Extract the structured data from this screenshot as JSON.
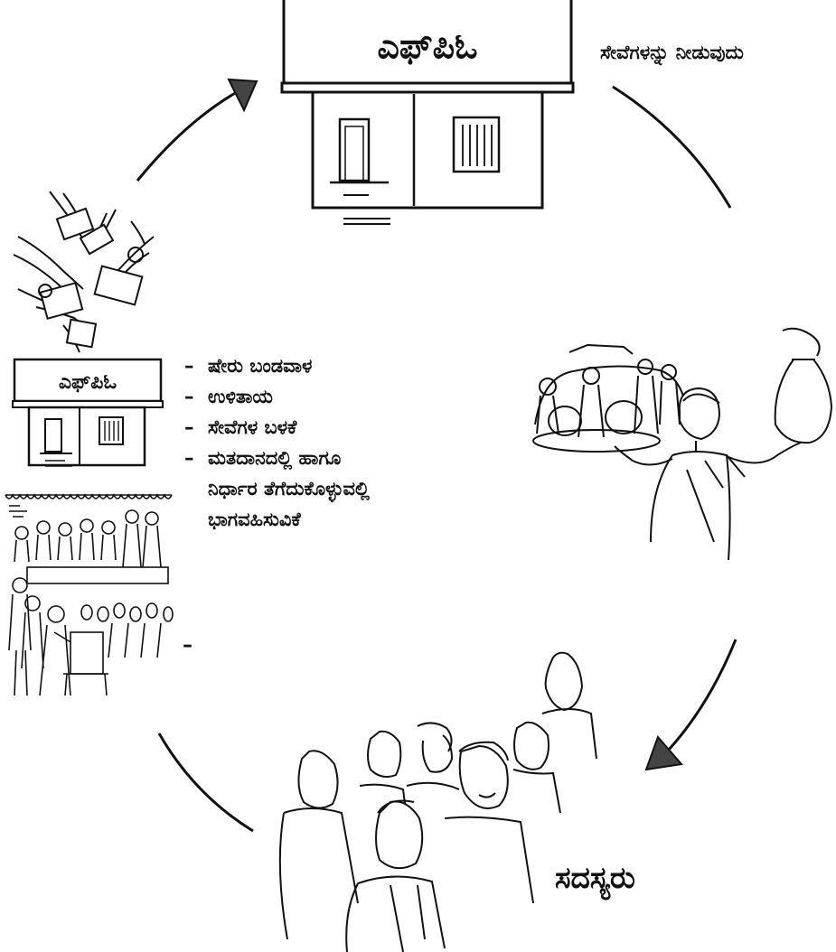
{
  "top_house": {
    "sign": "ಎಫ್‌ಪಿಓ"
  },
  "services_label": "ಸೇವೆಗಳನ್ನು ನೀಡುವುದು",
  "left_house": {
    "sign": "ಎಫ್‌ಪಿಓ"
  },
  "benefits": [
    {
      "dash": "–",
      "text": "ಷೇರು ಬಂಡವಾಳ"
    },
    {
      "dash": "–",
      "text": "ಉಳಿತಾಯ"
    },
    {
      "dash": "–",
      "text": "ಸೇವೆಗಳ ಬಳಕೆ"
    },
    {
      "dash": "–",
      "text": "ಮತದಾನದಲ್ಲಿ ಹಾಗೂ"
    },
    {
      "dash": "",
      "text": "ನಿರ್ಧಾರ ತೆಗೆದುಕೊಳ್ಳುವಲ್ಲಿ"
    },
    {
      "dash": "",
      "text": "ಭಾಗವಹಿಸುವಿಕೆ"
    }
  ],
  "extra_dash": "–",
  "members_label": "ಸದಸ್ಯರು",
  "colors": {
    "ink": "#111111",
    "background": "#ffffff",
    "fill_grey": "#e6e6e6"
  },
  "icons": [
    "arrow-icon",
    "house-icon",
    "hands-money-icon",
    "woman-with-produce-icon",
    "meeting-icon",
    "voting-icon",
    "farmers-group-icon"
  ]
}
